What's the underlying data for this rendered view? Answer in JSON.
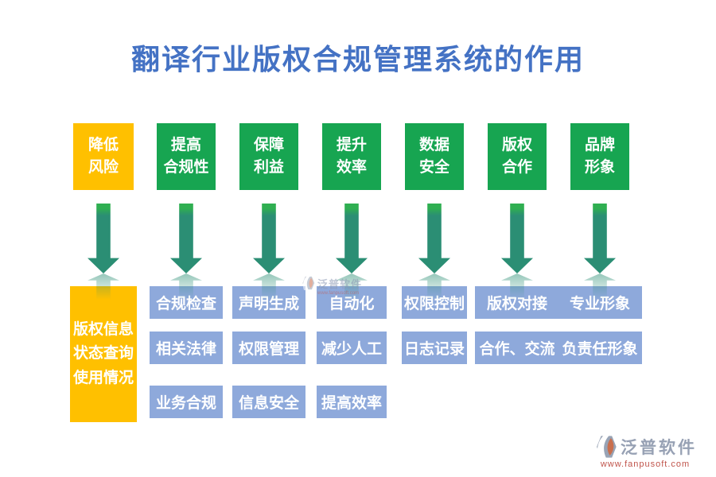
{
  "title": "翻译行业版权合规管理系统的作用",
  "columns": [
    {
      "header": "降低\n风险",
      "items": [
        "版权信息\n状态查询\n使用情况"
      ]
    },
    {
      "header": "提高\n合规性",
      "items": [
        "合规检查",
        "相关法律",
        "业务合规"
      ]
    },
    {
      "header": "保障\n利益",
      "items": [
        "声明生成",
        "权限管理",
        "信息安全"
      ]
    },
    {
      "header": "提升\n效率",
      "items": [
        "自动化",
        "减少人工",
        "提高效率"
      ]
    },
    {
      "header": "数据\n安全",
      "items": [
        "权限控制",
        "日志记录"
      ]
    },
    {
      "header": "版权\n合作",
      "items": [
        "版权对接",
        "合作、交流"
      ]
    },
    {
      "header": "品牌\n形象",
      "items": [
        "专业形象",
        "负责任形象"
      ]
    }
  ],
  "watermark": {
    "brand": "泛普软件",
    "url": "www.fanpusoft.com"
  },
  "footer_logo": {
    "brand": "泛普软件",
    "url": "www.fanpusoft.com"
  },
  "colors": {
    "title_blue": "#4472C4",
    "header_green": "#17A551",
    "highlight_yellow": "#FFC000",
    "arrow_teal": "#2B8E74",
    "arrow_cap_green": "#2FAF51",
    "item_blue": "#8EA9DB",
    "logo_gray": "#97A1B4",
    "logo_orange": "#C96F4E",
    "url_red": "#C0544B"
  }
}
